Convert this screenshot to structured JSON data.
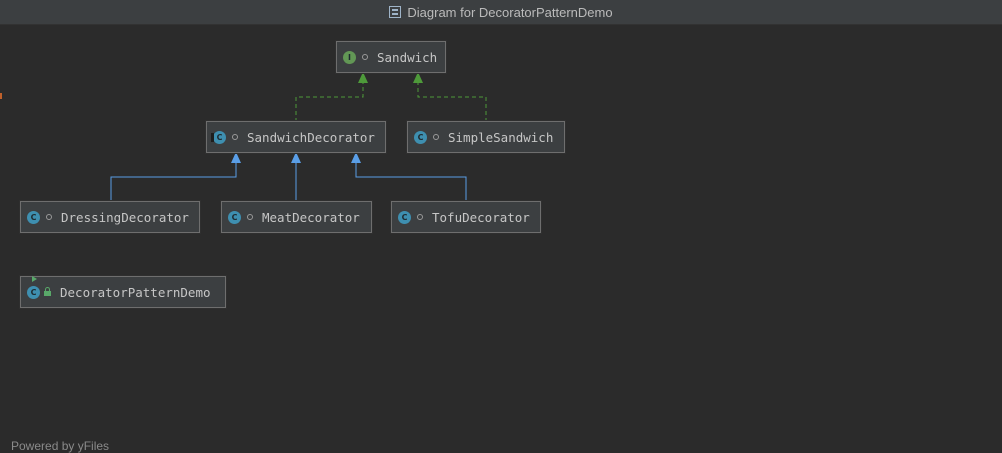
{
  "window": {
    "title": "Diagram for DecoratorPatternDemo",
    "title_icon": "diagram-icon"
  },
  "nodes": {
    "sandwich": {
      "label": "Sandwich",
      "kind": "interface",
      "badge": "I"
    },
    "sandwich_decorator": {
      "label": "SandwichDecorator",
      "kind": "abstract-class",
      "badge": "C"
    },
    "simple_sandwich": {
      "label": "SimpleSandwich",
      "kind": "class",
      "badge": "C"
    },
    "dressing_decorator": {
      "label": "DressingDecorator",
      "kind": "class",
      "badge": "C"
    },
    "meat_decorator": {
      "label": "MeatDecorator",
      "kind": "class",
      "badge": "C"
    },
    "tofu_decorator": {
      "label": "TofuDecorator",
      "kind": "class",
      "badge": "C"
    },
    "decorator_pattern_demo": {
      "label": "DecoratorPatternDemo",
      "kind": "main-class",
      "badge": "C"
    }
  },
  "edges": [
    {
      "from": "sandwich_decorator",
      "to": "sandwich",
      "type": "implements"
    },
    {
      "from": "simple_sandwich",
      "to": "sandwich",
      "type": "implements"
    },
    {
      "from": "dressing_decorator",
      "to": "sandwich_decorator",
      "type": "extends"
    },
    {
      "from": "meat_decorator",
      "to": "sandwich_decorator",
      "type": "extends"
    },
    {
      "from": "tofu_decorator",
      "to": "sandwich_decorator",
      "type": "extends"
    }
  ],
  "colors": {
    "background": "#2b2b2b",
    "implements_edge": "#4e9a3a",
    "extends_edge": "#5a9ee6",
    "interface_badge": "#629755",
    "class_badge": "#3e8fb0"
  },
  "footer": {
    "powered_by": "Powered by yFiles"
  }
}
